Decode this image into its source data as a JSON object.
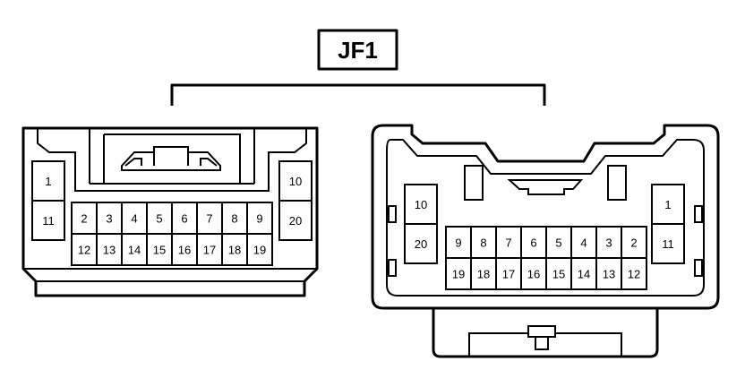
{
  "title": "JF1",
  "left_connector": {
    "left_block": [
      "1",
      "11"
    ],
    "right_block": [
      "10",
      "20"
    ],
    "top_row": [
      "2",
      "3",
      "4",
      "5",
      "6",
      "7",
      "8",
      "9"
    ],
    "bottom_row": [
      "12",
      "13",
      "14",
      "15",
      "16",
      "17",
      "18",
      "19"
    ]
  },
  "right_connector": {
    "left_block": [
      "10",
      "20"
    ],
    "right_block": [
      "1",
      "11"
    ],
    "top_row": [
      "9",
      "8",
      "7",
      "6",
      "5",
      "4",
      "3",
      "2"
    ],
    "bottom_row": [
      "19",
      "18",
      "17",
      "16",
      "15",
      "14",
      "13",
      "12"
    ]
  }
}
